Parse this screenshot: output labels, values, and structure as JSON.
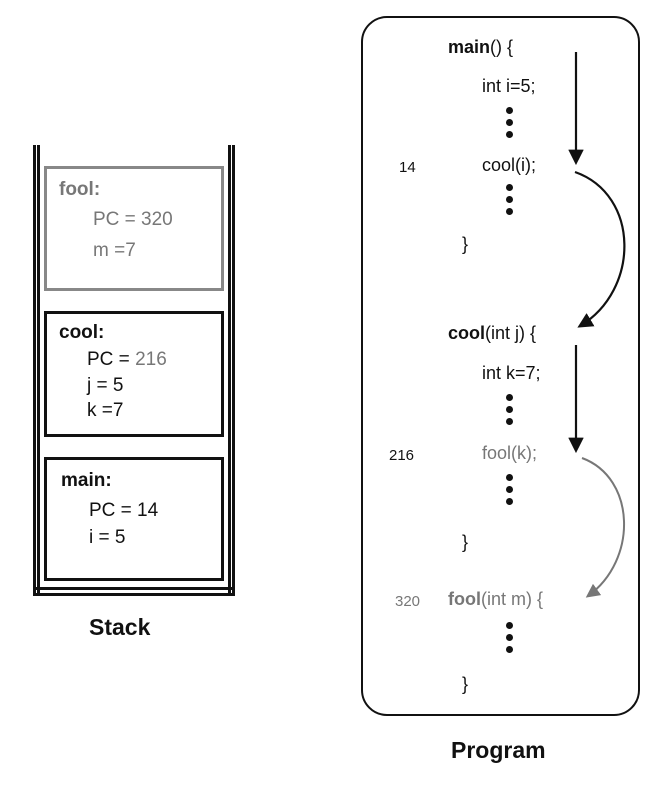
{
  "stack": {
    "caption": "Stack",
    "frames": [
      {
        "title": "fool:",
        "lines": [
          "PC = 320",
          "m =7"
        ],
        "active": false
      },
      {
        "title": "cool:",
        "pc_label": "PC = ",
        "pc_value": "216",
        "lines": [
          "j = 5",
          "k =7"
        ],
        "active": true
      },
      {
        "title": "main:",
        "lines": [
          "PC = 14",
          "i = 5"
        ],
        "active": true
      }
    ]
  },
  "program": {
    "caption": "Program",
    "main": {
      "name": "main",
      "sig": "() {",
      "line1": "int i=5;",
      "call_lineno": "14",
      "call": "cool(i);",
      "close": "}"
    },
    "cool": {
      "name": "cool",
      "sig": "(int j) {",
      "line1": "int k=7;",
      "call_lineno": "216",
      "call": "fool(k);",
      "close": "}"
    },
    "fool": {
      "lineno": "320",
      "name": "fool",
      "sig": "(int m) {",
      "close": "}"
    }
  },
  "colors": {
    "active": "#111111",
    "inactive": "#777777"
  }
}
